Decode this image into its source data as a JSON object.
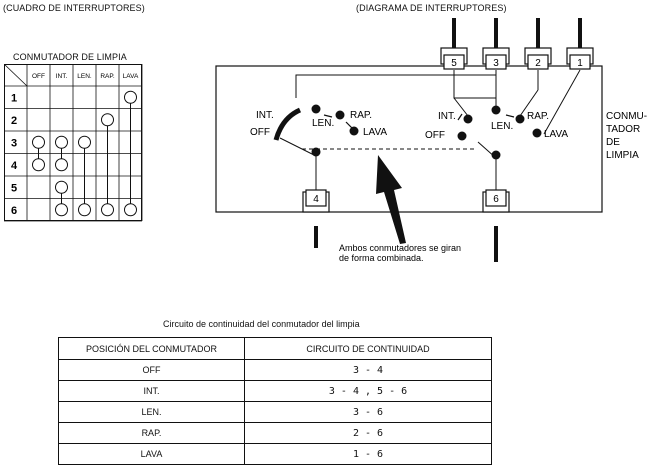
{
  "headings": {
    "left": "(CUADRO DE INTERRUPTORES)",
    "right": "(DIAGRAMA DE INTERRUPTORES)"
  },
  "switch_chart": {
    "title": "CONMUTADOR DE LIMPIA",
    "columns": [
      "OFF",
      "INT.",
      "LEN.",
      "RAP.",
      "LAVA"
    ],
    "rows": [
      "1",
      "2",
      "3",
      "4",
      "5",
      "6"
    ],
    "connections": {
      "OFF": [
        "3",
        "4"
      ],
      "INT.": [
        "3",
        "4",
        "5",
        "6"
      ],
      "LEN.": [
        "3",
        "6"
      ],
      "RAP.": [
        "2",
        "6"
      ],
      "LAVA": [
        "1",
        "6"
      ]
    }
  },
  "diagram": {
    "terminals_top": [
      "5",
      "3",
      "2",
      "1"
    ],
    "terminals_bottom": [
      "4",
      "6"
    ],
    "left_switch_labels": [
      "INT.",
      "OFF",
      "LEN.",
      "RAP.",
      "LAVA"
    ],
    "right_switch_labels": [
      "INT.",
      "OFF",
      "LEN.",
      "RAP.",
      "LAVA"
    ],
    "side_label": [
      "CONMU-",
      "TADOR",
      "DE",
      "LIMPIA"
    ],
    "note": [
      "Ambos conmutadores se giran",
      "de forma combinada."
    ]
  },
  "continuity_table": {
    "title": "Circuito de continuidad del conmutador del limpia",
    "headers": [
      "POSICIÓN DEL CONMUTADOR",
      "CIRCUITO DE CONTINUIDAD"
    ],
    "rows": [
      [
        "OFF",
        "3 - 4"
      ],
      [
        "INT.",
        "3 - 4 , 5 - 6"
      ],
      [
        "LEN.",
        "3 - 6"
      ],
      [
        "RAP.",
        "2 - 6"
      ],
      [
        "LAVA",
        "1 - 6"
      ]
    ]
  }
}
